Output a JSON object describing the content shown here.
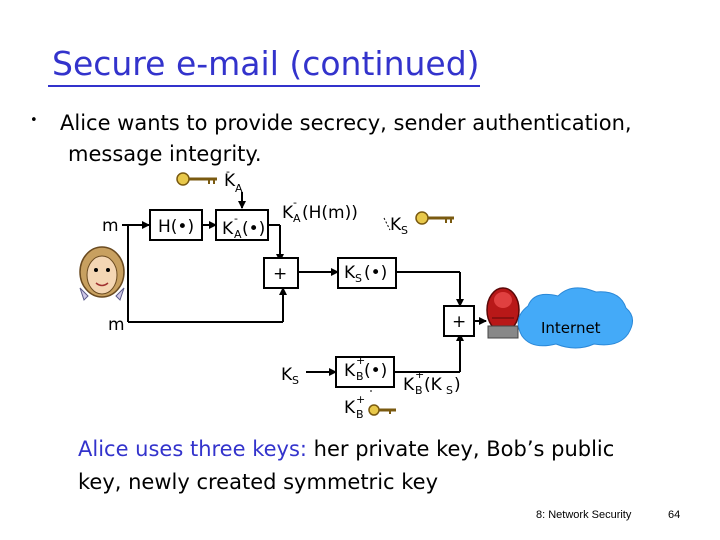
{
  "slide": {
    "title": "Secure e-mail (continued)",
    "bullet_symbol": "•",
    "bullet_line1": "Alice wants to provide secrecy, sender authentication,",
    "bullet_line2": "message integrity.",
    "summary_highlight": "Alice uses three keys:",
    "summary_rest1": " her private key, Bob’s public",
    "summary_line2": "key, newly created symmetric key",
    "footer_left": "8: Network Security",
    "footer_page": "64"
  },
  "diagram": {
    "m_top": "m",
    "m_bottom": "m",
    "hash_box": "H(•)",
    "priv_key_top": "K",
    "priv_key_top_sub": "A",
    "priv_key_top_sup": "-",
    "sign_box": "K",
    "sign_box_sub": "A",
    "sign_box_sup": "-",
    "sign_box_arg": "(•)",
    "signed_hash": "K",
    "signed_hash_sub": "A",
    "signed_hash_sup": "-",
    "signed_hash_arg": "(H(m))",
    "sym_key_label": "K",
    "sym_key_label_sub": "S",
    "plus_top": "+",
    "sym_encrypt": "K",
    "sym_encrypt_sub": "S",
    "sym_encrypt_arg": "(•)",
    "plus_right": "+",
    "internet_label": "Internet",
    "ks_input": "K",
    "ks_input_sub": "S",
    "bob_encrypt": "K",
    "bob_encrypt_sub": "B",
    "bob_encrypt_sup": "+",
    "bob_encrypt_arg": "(•)",
    "bob_key_label": "K",
    "bob_key_label_sub": "B",
    "bob_key_label_sup": "+",
    "encrypted_key": "K",
    "encrypted_key_sub": "B",
    "encrypted_key_sup": "+",
    "encrypted_key_arg_open": "(K",
    "encrypted_key_arg_sub": "S",
    "encrypted_key_arg_close": " )"
  }
}
